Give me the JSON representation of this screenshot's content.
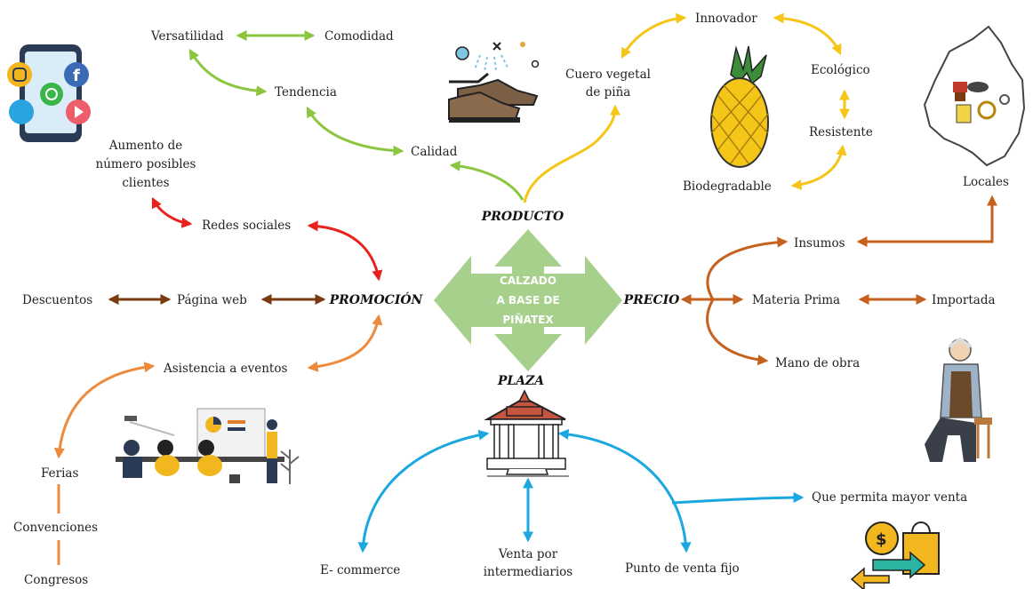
{
  "center": {
    "lines": [
      "CALZADO",
      "A BASE DE",
      "PIÑATEX"
    ]
  },
  "branches": {
    "producto": "PRODUCTO",
    "promocion": "PROMOCIÓN",
    "precio": "PRECIO",
    "plaza": "PLAZA"
  },
  "producto": {
    "versatilidad": "Versatilidad",
    "comodidad": "Comodidad",
    "tendencia": "Tendencia",
    "calidad": "Calidad",
    "cuero_vegetal": [
      "Cuero vegetal",
      "de piña"
    ],
    "innovador": "Innovador",
    "ecologico": "Ecológico",
    "resistente": "Resistente",
    "biodegradable": "Biodegradable"
  },
  "promocion": {
    "aumento": [
      "Aumento de",
      "número posibles",
      "clientes"
    ],
    "redes": "Redes sociales",
    "descuentos": "Descuentos",
    "pagina_web": "Página web",
    "asistencia": "Asistencia a eventos",
    "ferias": "Ferias",
    "convenciones": "Convenciones",
    "congresos": "Congresos"
  },
  "precio": {
    "insumos": "Insumos",
    "materia_prima": "Materia Prima",
    "importada": "Importada",
    "mano_obra": "Mano de obra",
    "locales": "Locales"
  },
  "plaza": {
    "ecommerce": "E- commerce",
    "venta_intermediarios": [
      "Venta por",
      "intermediarios"
    ],
    "punto_venta": "Punto de venta fijo",
    "mayor_venta": "Que permita mayor venta"
  },
  "colors": {
    "center_green": "#a8d08d",
    "producto_green": "#8cc63f",
    "producto_yellow": "#f5c518",
    "promocion_red": "#e8211c",
    "promocion_brown": "#7a3b12",
    "promocion_orange": "#ee8a3c",
    "precio_orange": "#c5611d",
    "plaza_blue": "#1ba8e0"
  }
}
